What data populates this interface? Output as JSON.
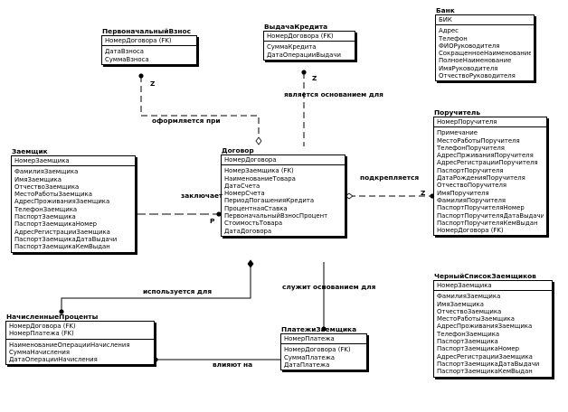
{
  "entities": {
    "pervonachalny_vznos": {
      "title": "ПервоначальныйВзнос",
      "keys": [
        "НомерДоговора (FK)"
      ],
      "attrs": [
        "ДатаВзноса",
        "СуммаВзноса"
      ]
    },
    "vydacha_kredita": {
      "title": "ВыдачаКредита",
      "keys": [
        "НомерДоговора (FK)"
      ],
      "attrs": [
        "СуммаКредита",
        "ДатаОперацииВыдачи"
      ]
    },
    "bank": {
      "title": "Банк",
      "keys": [
        "БИК"
      ],
      "attrs": [
        "Адрес",
        "Телефон",
        "ФИОРуководителя",
        "СокращенноеНаименование",
        "ПолноеНаименование",
        "ИмяРуководителя",
        "ОтчествоРуководителя"
      ]
    },
    "poruchitel": {
      "title": "Поручитель",
      "keys": [
        "НомерПоручителя"
      ],
      "attrs": [
        "Примечание",
        "МестоРаботыПоручителя",
        "ТелефонПоручителя",
        "АдресПрживанияПоручителя",
        "АдресРегистрацииПоручителя",
        "ПаспортПоручителя",
        "ДатаРожденияПоручителя",
        "ОтчествоПоручителя",
        "ИмяПоручителя",
        "ФамилияПоручителя",
        "ПаспортПоручителяНомер",
        "ПаспортПоручителяДатаВыдачи",
        "ПаспортПоручителяКемВыдан",
        "НомерДоговора (FK)"
      ]
    },
    "zaemshik": {
      "title": "Заемщик",
      "keys": [
        "НомерЗаемщика"
      ],
      "attrs": [
        "ФамилияЗаемщика",
        "ИмяЗаемщика",
        "ОтчествоЗаемщика",
        "МестоРаботыЗаемщика",
        "АдресПроживанияЗаемщика",
        "ТелефонЗаемщика",
        "ПаспортЗаемщика",
        "ПаспортЗаемщикаНомер",
        "АдресРегистрацииЗаемщика",
        "ПаспортЗаемщикаДатаВыдачи",
        "ПаспортЗаемщикаКемВыдан"
      ]
    },
    "dogovor": {
      "title": "Договор",
      "keys": [
        "НомерДоговора"
      ],
      "attrs": [
        "НомерЗаемщика (FK)",
        "НаименованиеТовара",
        "ДатаСчета",
        "НомерСчета",
        "ПериодПогашенияКредита",
        "ПроцентнаяСтавка",
        "ПервоначальныйВзносПроцент",
        "СтоимостьТовара",
        "ДатаДоговора"
      ]
    },
    "cherny_spisok": {
      "title": "ЧерныйСписокЗаемщиков",
      "keys": [
        "НомерЗаемщика"
      ],
      "attrs": [
        "ФамилияЗаемщика",
        "ИмяЗаемщика",
        "ОтчествоЗаемщика",
        "МестоРаботыЗаемщика",
        "АдресПроживанияЗаемщика",
        "ТелефонЗаемщика",
        "ПаспортЗаемщика",
        "ПаспортЗаемщикаНомер",
        "АдресРегистрацииЗаемщика",
        "ПаспортЗаемщикаДатаВыдачи",
        "ПаспортЗаемщикаКемВыдан"
      ]
    },
    "nachislennye_procenty": {
      "title": "НачисленныеПроценты",
      "keys": [
        "НомерДоговора (FK)",
        "НомерПлатежа (FK)"
      ],
      "attrs": [
        "НаименованиеОперацииНачисления",
        "СуммаНачисления",
        "ДатаОперацииНачисления"
      ]
    },
    "platezhi_zaemshika": {
      "title": "ПлатежиЗаемщика",
      "keys": [
        "НомерПлатежа"
      ],
      "attrs": [
        "НомерДоговора (FK)",
        "СуммаПлатежа",
        "ДатаПлатежа"
      ]
    }
  },
  "relationships": {
    "oformlyaetsya_pri": "оформляется при",
    "yavlyaetsya_osnovaniem": "является основанием для",
    "zaklyuchaet": "заключает",
    "podkreplyaetsya": "подкрепляется",
    "ispolzuetsya_dlya": "используется для",
    "sluzhit_osnovaniem": "служит основанием для",
    "vliyayut_na": "влияют на"
  },
  "cardinality": {
    "z_vznos": "Z",
    "z_vydacha": "Z",
    "z_poruchitel": "Z",
    "p_zaemshik": "P"
  }
}
